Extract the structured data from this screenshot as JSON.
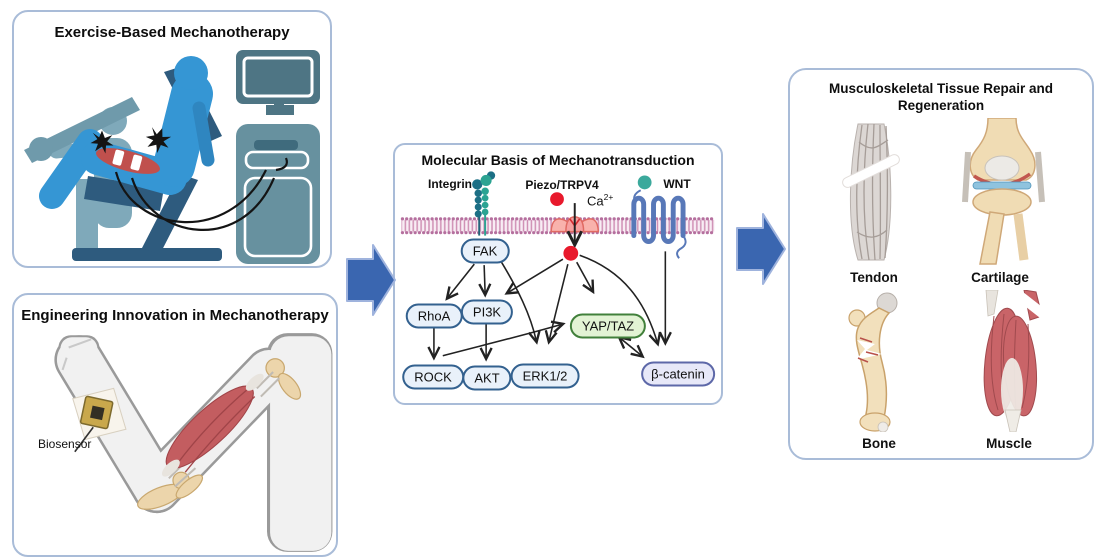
{
  "figure": {
    "panels": {
      "exercise": {
        "title": "Exercise-Based Mechanotherapy"
      },
      "engineering": {
        "title": "Engineering Innovation in Mechanotherapy",
        "biosensor_label": "Biosensor"
      },
      "molecular": {
        "title": "Molecular Basis of Mechanotransduction",
        "receptors": {
          "integrin": "Integrin",
          "piezo": "Piezo/TRPV4",
          "wnt": "WNT"
        },
        "ion": {
          "base": "Ca",
          "sup": "2+"
        },
        "nodes": {
          "fak": "FAK",
          "rhoa": "RhoA",
          "pi3k": "PI3K",
          "yaptaz": "YAP/TAZ",
          "rock": "ROCK",
          "akt": "AKT",
          "erk": "ERK1/2",
          "bcatenin": "β-catenin"
        }
      },
      "outcome": {
        "title_line1": "Musculoskeletal Tissue Repair and",
        "title_line2": "Regeneration",
        "tissues": [
          {
            "label": "Tendon"
          },
          {
            "label": "Cartilage"
          },
          {
            "label": "Bone"
          },
          {
            "label": "Muscle"
          }
        ]
      }
    },
    "colors": {
      "big_arrow": "#3a66b0",
      "panel_border": "#a9bcd8",
      "node_blue_border": "#33618f",
      "node_blue_fill": "#e9f1fa",
      "yap_border": "#41803b",
      "yap_fill": "#e2f3d4",
      "bcatenin_border": "#5d68a8",
      "bcatenin_fill": "#e7e8f8",
      "ion_red": "#e8192c",
      "membrane_pink": "#c77ba3",
      "wnt_blue": "#5878b8",
      "integrin_teal": "#1c6f85",
      "patient_blue": "#3596d4",
      "muscle_red": "#c35d60"
    }
  }
}
